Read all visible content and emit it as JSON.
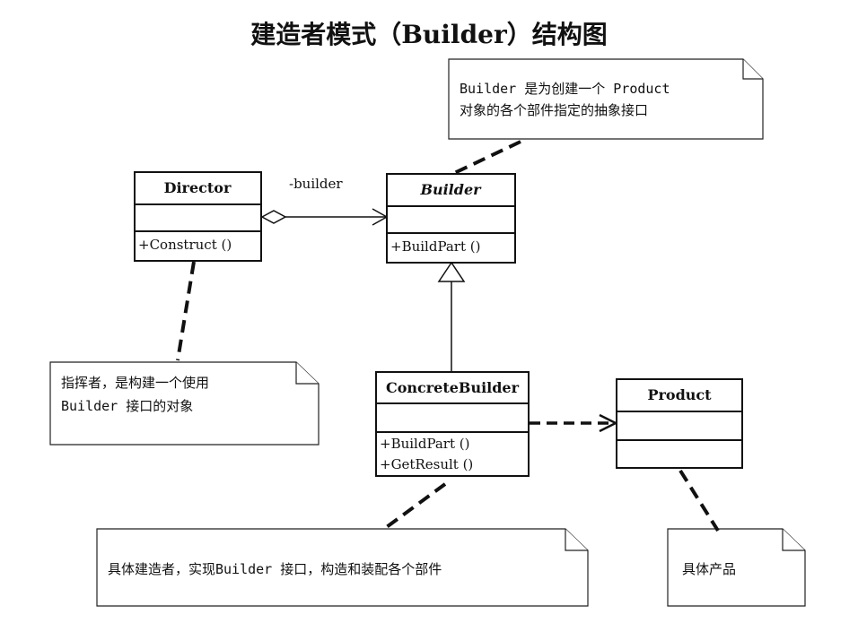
{
  "title": "建造者模式（Builder）结构图",
  "classes": {
    "director": {
      "name": "Director",
      "operations": [
        "+Construct ()"
      ]
    },
    "builder": {
      "name": "Builder",
      "operations": [
        "+BuildPart ()"
      ]
    },
    "concrete_builder": {
      "name": "ConcreteBuilder",
      "operations": [
        "+BuildPart ()",
        "+GetResult ()"
      ]
    },
    "product": {
      "name": "Product"
    }
  },
  "association_label": "-builder",
  "notes": {
    "builder": [
      "Builder 是为创建一个 Product",
      "对象的各个部件指定的抽象接口"
    ],
    "director": [
      "指挥者，是构建一个使用",
      "Builder 接口的对象"
    ],
    "concrete_builder": [
      "具体建造者，实现Builder 接口，构造和装配各个部件"
    ],
    "product": [
      "具体产品"
    ]
  }
}
